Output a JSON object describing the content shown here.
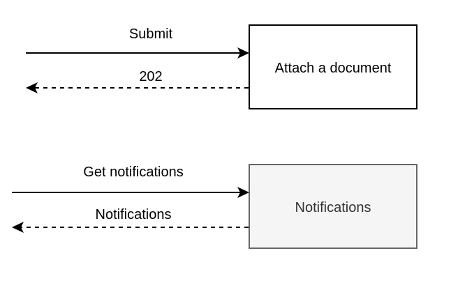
{
  "diagram": {
    "top": {
      "box_label": "Attach a document",
      "request_label": "Submit",
      "response_label": "202"
    },
    "bottom": {
      "box_label": "Notifications",
      "request_label": "Get notifications",
      "response_label": "Notifications"
    }
  },
  "colors": {
    "stroke": "#000000",
    "top_box_fill": "#ffffff",
    "bottom_box_fill": "#f5f5f5",
    "bottom_box_stroke": "#666666",
    "bottom_box_text": "#333333"
  }
}
